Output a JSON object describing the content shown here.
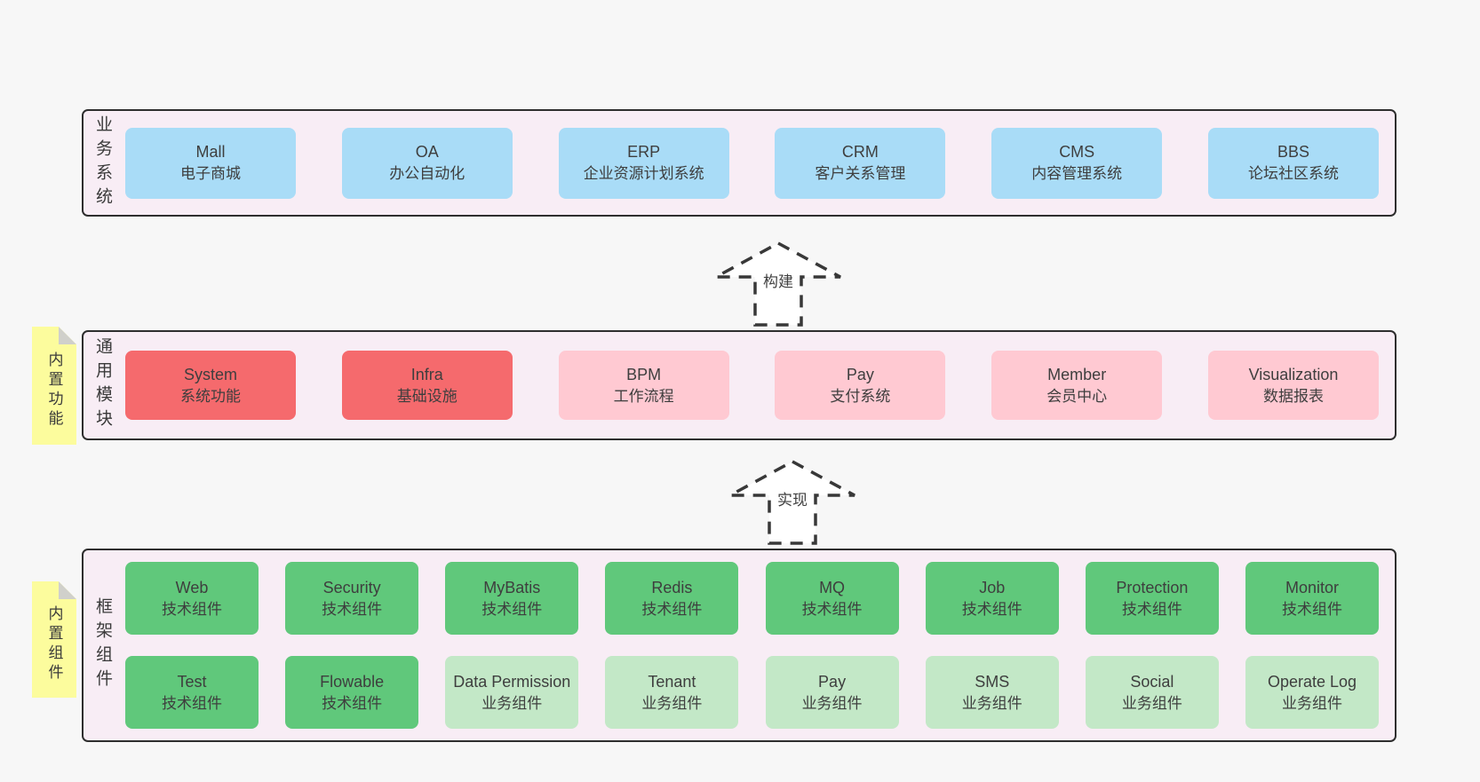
{
  "bands": {
    "business": {
      "label": "业务系统",
      "boxes": [
        {
          "en": "Mall",
          "cn": "电子商城"
        },
        {
          "en": "OA",
          "cn": "办公自动化"
        },
        {
          "en": "ERP",
          "cn": "企业资源计划系统"
        },
        {
          "en": "CRM",
          "cn": "客户关系管理"
        },
        {
          "en": "CMS",
          "cn": "内容管理系统"
        },
        {
          "en": "BBS",
          "cn": "论坛社区系统"
        }
      ]
    },
    "modules": {
      "label": "通用模块",
      "note": "内置功能",
      "boxes": [
        {
          "en": "System",
          "cn": "系统功能"
        },
        {
          "en": "Infra",
          "cn": "基础设施"
        },
        {
          "en": "BPM",
          "cn": "工作流程"
        },
        {
          "en": "Pay",
          "cn": "支付系统"
        },
        {
          "en": "Member",
          "cn": "会员中心"
        },
        {
          "en": "Visualization",
          "cn": "数据报表"
        }
      ]
    },
    "components": {
      "label": "框架组件",
      "note": "内置组件",
      "row1": [
        {
          "en": "Web",
          "cn": "技术组件"
        },
        {
          "en": "Security",
          "cn": "技术组件"
        },
        {
          "en": "MyBatis",
          "cn": "技术组件"
        },
        {
          "en": "Redis",
          "cn": "技术组件"
        },
        {
          "en": "MQ",
          "cn": "技术组件"
        },
        {
          "en": "Job",
          "cn": "技术组件"
        },
        {
          "en": "Protection",
          "cn": "技术组件"
        },
        {
          "en": "Monitor",
          "cn": "技术组件"
        }
      ],
      "row2": [
        {
          "en": "Test",
          "cn": "技术组件"
        },
        {
          "en": "Flowable",
          "cn": "技术组件"
        },
        {
          "en": "Data Permission",
          "cn": "业务组件"
        },
        {
          "en": "Tenant",
          "cn": "业务组件"
        },
        {
          "en": "Pay",
          "cn": "业务组件"
        },
        {
          "en": "SMS",
          "cn": "业务组件"
        },
        {
          "en": "Social",
          "cn": "业务组件"
        },
        {
          "en": "Operate Log",
          "cn": "业务组件"
        }
      ]
    }
  },
  "arrows": {
    "build": "构建",
    "implement": "实现"
  },
  "colors": {
    "background": "#f7f7f7",
    "band_background": "#f8edf5",
    "band_border": "#2e2e2e",
    "business_box": "#a9dcf7",
    "core_module_box": "#f56a6d",
    "module_box": "#ffc9d2",
    "tech_component_box": "#60c87b",
    "biz_component_box": "#c3e8c7",
    "note": "#fcfc9d"
  }
}
